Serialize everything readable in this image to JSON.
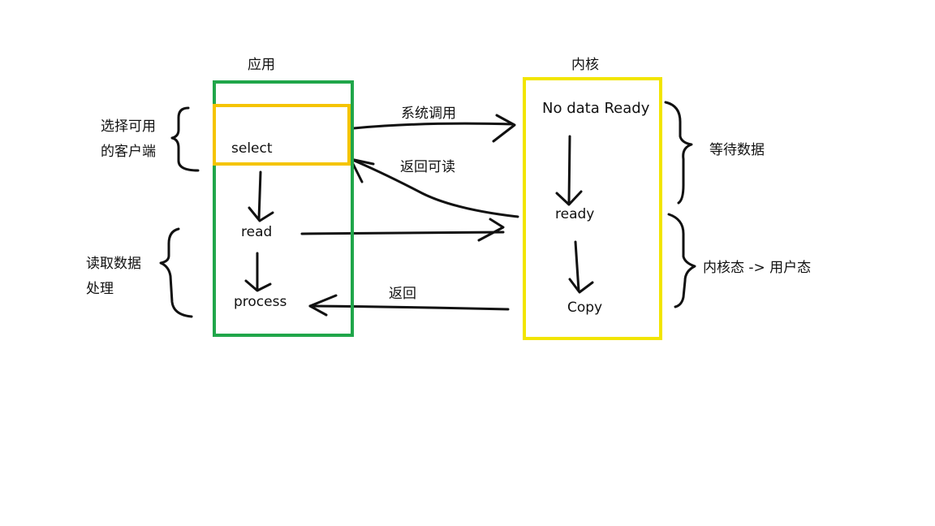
{
  "app_box": {
    "title": "应用",
    "border_color": "#20a64a"
  },
  "select_box": {
    "label": "select",
    "border_color": "#f5c400"
  },
  "kernel_box": {
    "title": "内核",
    "border_color": "#f2e500"
  },
  "app_steps": {
    "read": "read",
    "process": "process"
  },
  "kernel_steps": {
    "no_data": "No data Ready",
    "ready": "ready",
    "copy": "Copy"
  },
  "arrows": {
    "syscall": "系统调用",
    "return_readable": "返回可读",
    "return": "返回"
  },
  "annotations": {
    "select_client_line1": "选择可用",
    "select_client_line2": "的客户端",
    "read_process_line1": "读取数据",
    "read_process_line2": "处理",
    "wait_data": "等待数据",
    "kernel_to_user": "内核态 -> 用户态"
  }
}
